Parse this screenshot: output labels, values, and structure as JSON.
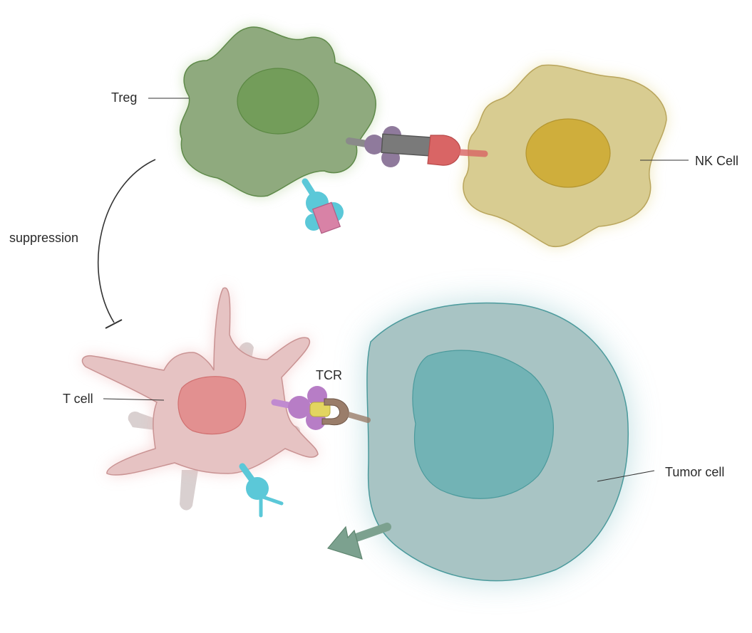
{
  "labels": {
    "treg": "Treg",
    "nk_cell": "NK Cell",
    "suppression": "suppression",
    "t_cell": "T cell",
    "tcr": "TCR",
    "tumor_cell": "Tumor cell"
  },
  "colors": {
    "treg_body": "#8faa7e",
    "treg_nucleus": "#739d5a",
    "nk_body": "#d8cc91",
    "nk_nucleus": "#cfae3c",
    "tcell_body": "#e6c3c3",
    "tcell_nucleus": "#e29090",
    "tumor_body": "#a8c4c4",
    "tumor_nucleus": "#72b3b5",
    "receptor_cyan": "#5bc8d8",
    "receptor_purple": "#b77dc6",
    "ligand_red": "#d96565",
    "ligand_pink": "#d882a6",
    "mhc_brown": "#9a7d6a",
    "antigen_yellow": "#e3d560",
    "arrow_green": "#7ca18f"
  },
  "icons": [
    "treg-cell-icon",
    "nk-cell-icon",
    "t-cell-icon",
    "tumor-cell-icon",
    "receptor-icon",
    "inhibition-arc-icon",
    "arrow-icon"
  ]
}
